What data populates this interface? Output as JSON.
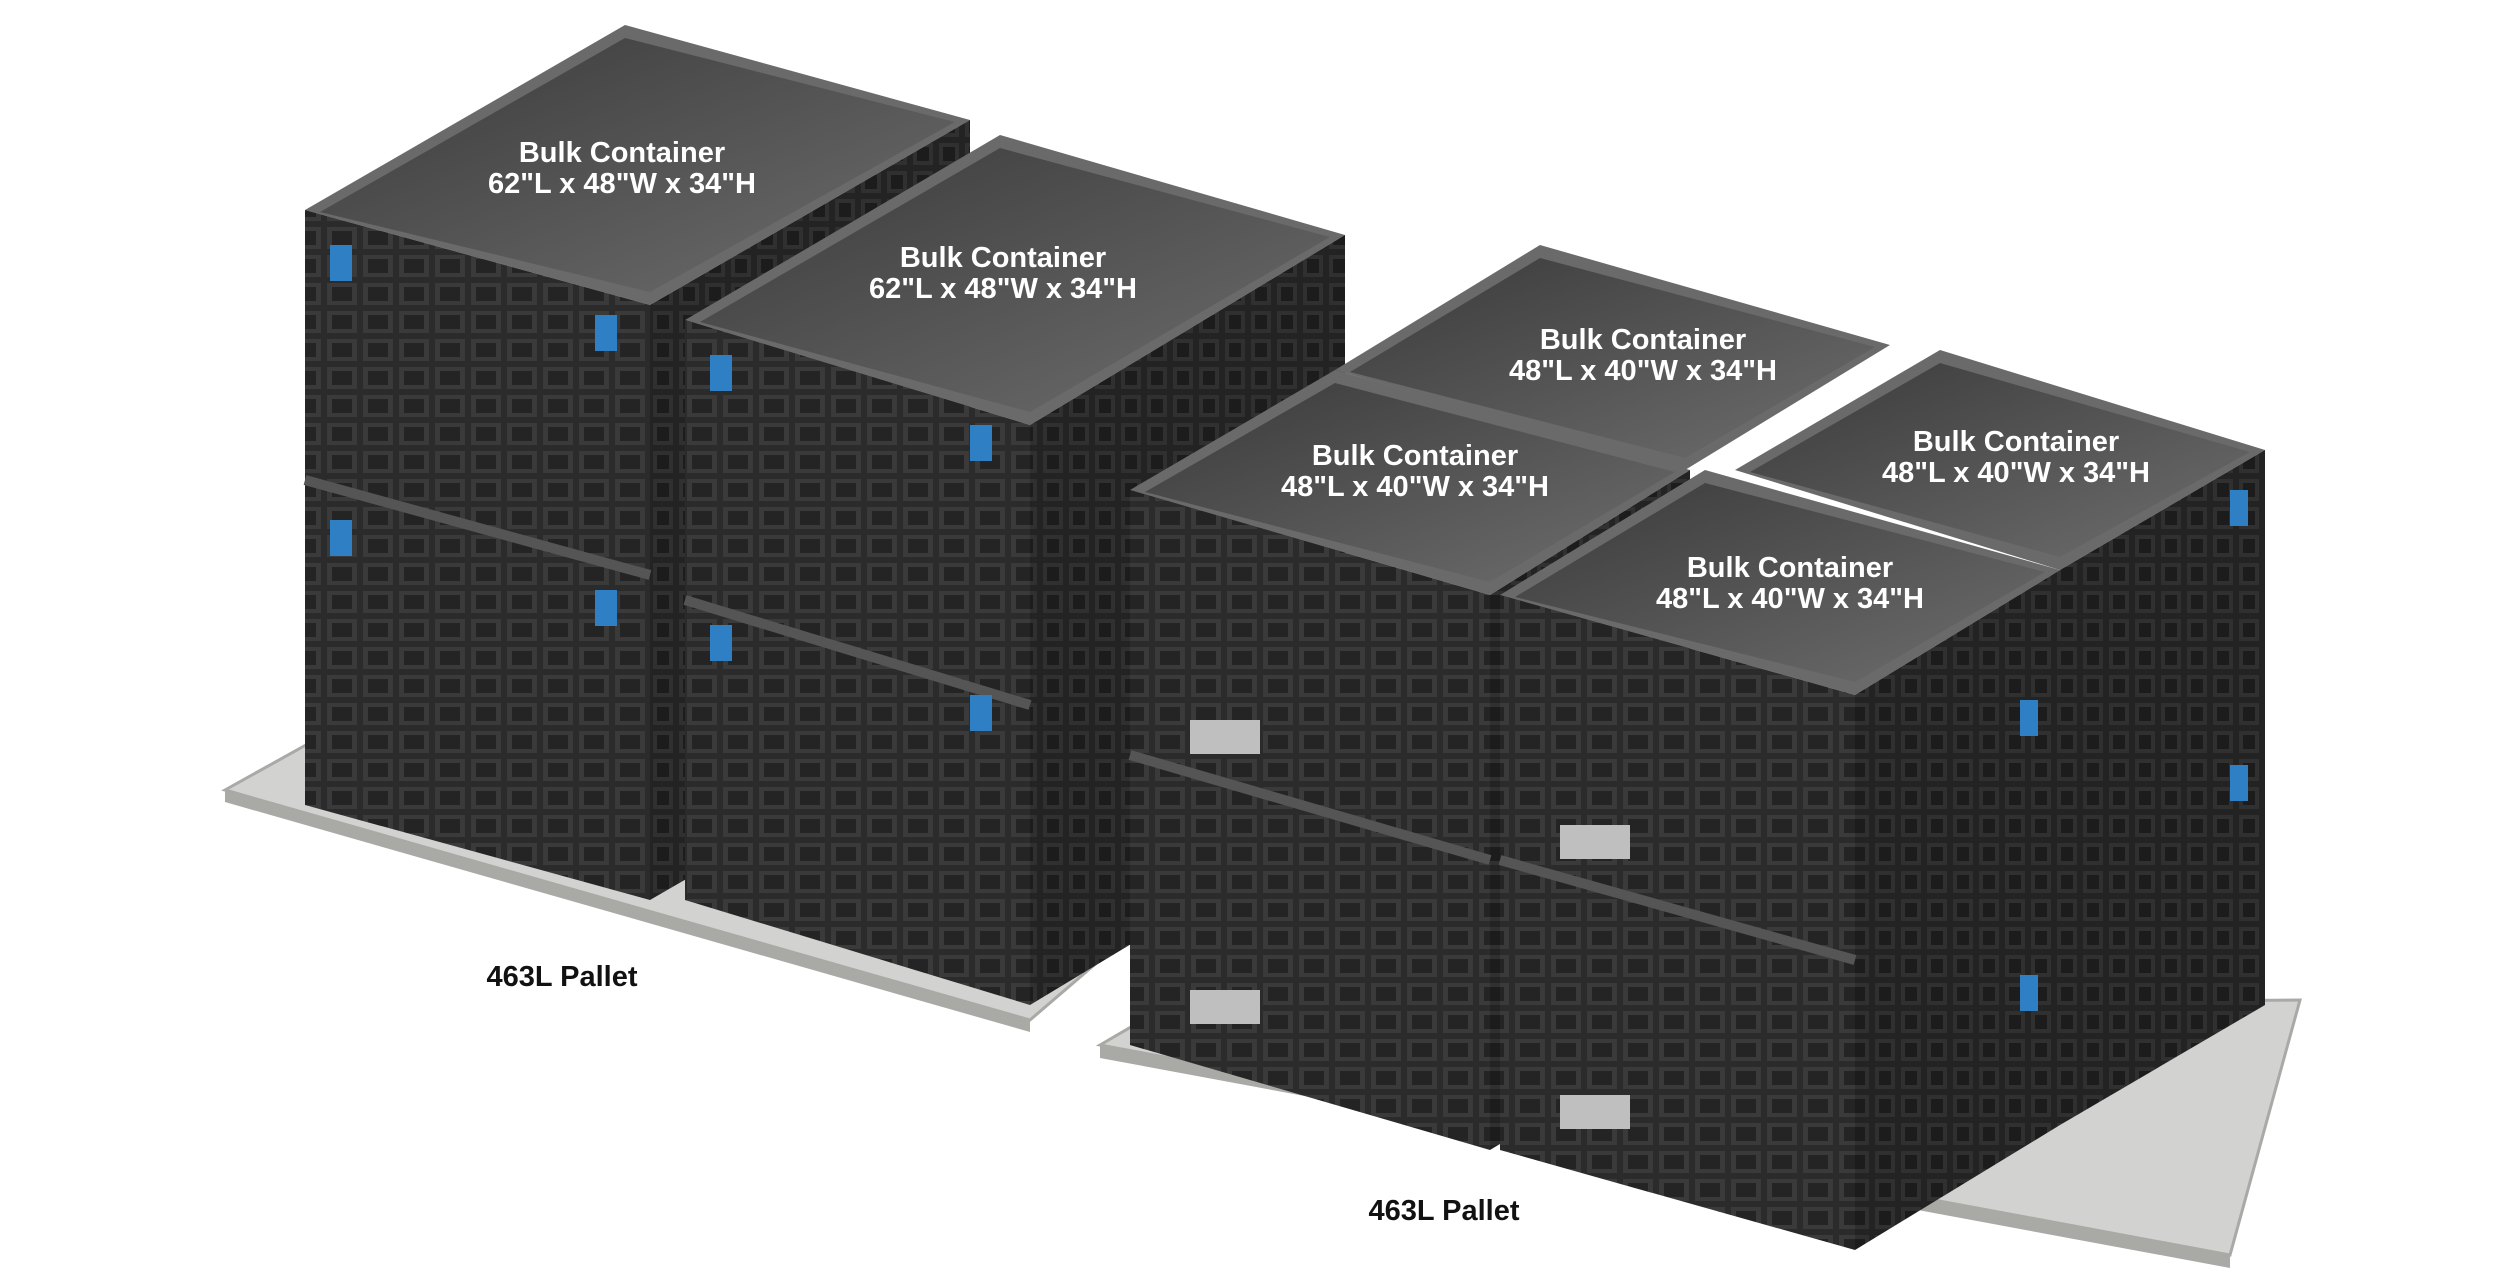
{
  "colors": {
    "background": "#ffffff",
    "container_body": "#2b2b2b",
    "container_rim": "#7a7a7a",
    "container_interior": "#4a4a4a",
    "latch_accent": "#2f7fc4",
    "pallet": "#d2d2d0",
    "pallet_edge": "#a9a9a6",
    "label_text_on_box": "#ffffff",
    "label_text_pallet": "#111111"
  },
  "labels": {
    "left_back_top": {
      "title": "Bulk Container",
      "dims": "62\"L x 48\"W x 34\"H"
    },
    "left_front_top": {
      "title": "Bulk Container",
      "dims": "62\"L x 48\"W x 34\"H"
    },
    "right_back_left": {
      "title": "Bulk Container",
      "dims": "48\"L x 40\"W x 34\"H"
    },
    "right_front_left": {
      "title": "Bulk Container",
      "dims": "48\"L x 40\"W x 34\"H"
    },
    "right_back_right": {
      "title": "Bulk Container",
      "dims": "48\"L x 40\"W x 34\"H"
    },
    "right_front_right": {
      "title": "Bulk Container",
      "dims": "48\"L x 40\"W x 34\"H"
    },
    "left_pallet": "463L Pallet",
    "right_pallet": "463L Pallet"
  }
}
